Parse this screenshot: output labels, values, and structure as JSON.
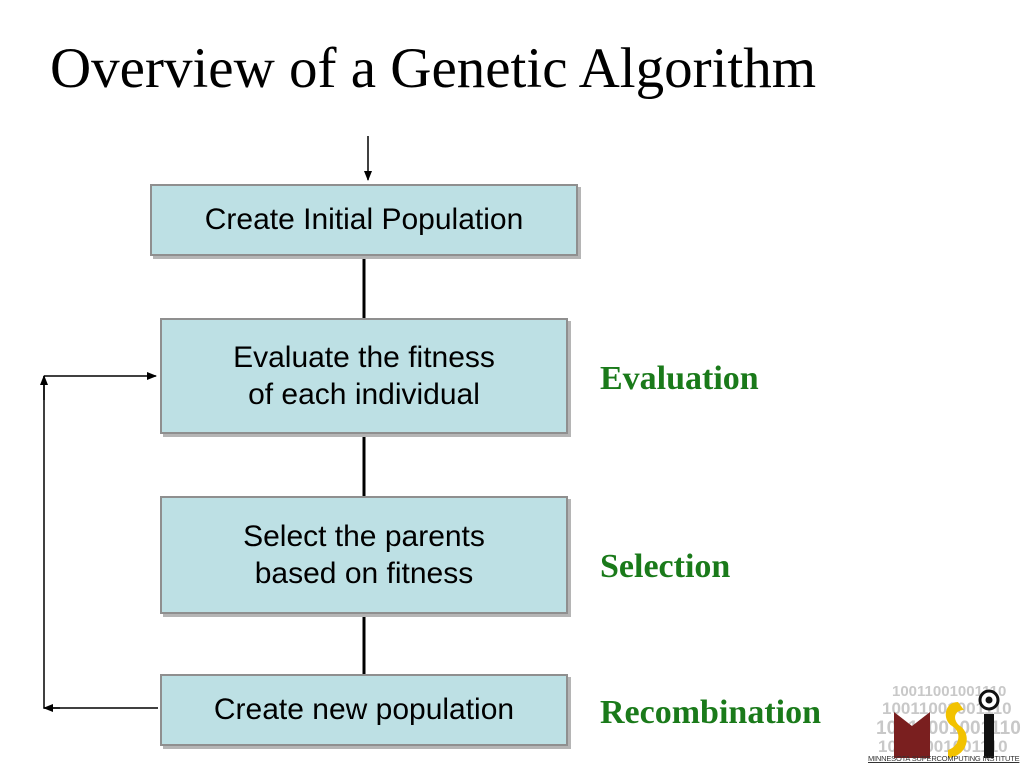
{
  "slide": {
    "title": "Overview of a Genetic Algorithm"
  },
  "flowchart": {
    "boxes": [
      {
        "id": "create-initial-population",
        "text": "Create Initial Population"
      },
      {
        "id": "evaluate-fitness",
        "text": "Evaluate the fitness\nof each individual"
      },
      {
        "id": "select-parents",
        "text": "Select the parents\nbased on fitness"
      },
      {
        "id": "create-new-population",
        "text": "Create new population"
      }
    ],
    "step_labels": [
      "Evaluation",
      "Selection",
      "Recombination"
    ],
    "colors": {
      "box_fill": "#bde0e4",
      "box_border": "#8f8f8f",
      "step_label": "#1a7a1a"
    }
  },
  "logo": {
    "binary_text": "10011001001110",
    "caption": "MINNESOTA SUPERCOMPUTING INSTITUTE",
    "colors": {
      "maroon": "#7a1f1f",
      "gold": "#f2c200"
    }
  }
}
